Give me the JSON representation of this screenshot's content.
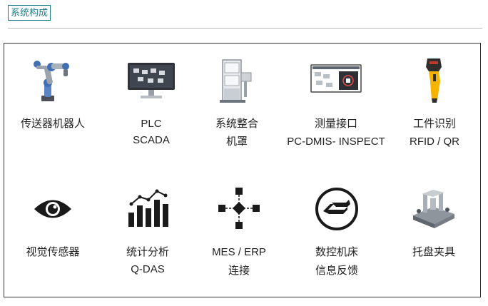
{
  "section": {
    "title": "系统构成"
  },
  "items": [
    {
      "icon": "robot-arm-icon",
      "lines": [
        "传送器机器人"
      ]
    },
    {
      "icon": "monitor-icon",
      "lines": [
        "PLC",
        "SCADA"
      ]
    },
    {
      "icon": "enclosure-cabinet-icon",
      "lines": [
        "系统整合",
        "机罩"
      ]
    },
    {
      "icon": "measurement-screen-icon",
      "lines": [
        "测量接口",
        "PC-DMIS- INSPECT"
      ]
    },
    {
      "icon": "barcode-scanner-icon",
      "lines": [
        "工件识别",
        "RFID / QR"
      ]
    },
    {
      "icon": "eye-icon",
      "lines": [
        "视觉传感器"
      ]
    },
    {
      "icon": "bar-chart-icon",
      "lines": [
        "统计分析",
        "Q-DAS"
      ]
    },
    {
      "icon": "network-nodes-icon",
      "lines": [
        "MES / ERP",
        "连接"
      ]
    },
    {
      "icon": "feedback-arrows-icon",
      "lines": [
        "数控机床",
        "信息反馈"
      ]
    },
    {
      "icon": "fixture-icon",
      "lines": [
        "托盘夹具"
      ]
    }
  ]
}
